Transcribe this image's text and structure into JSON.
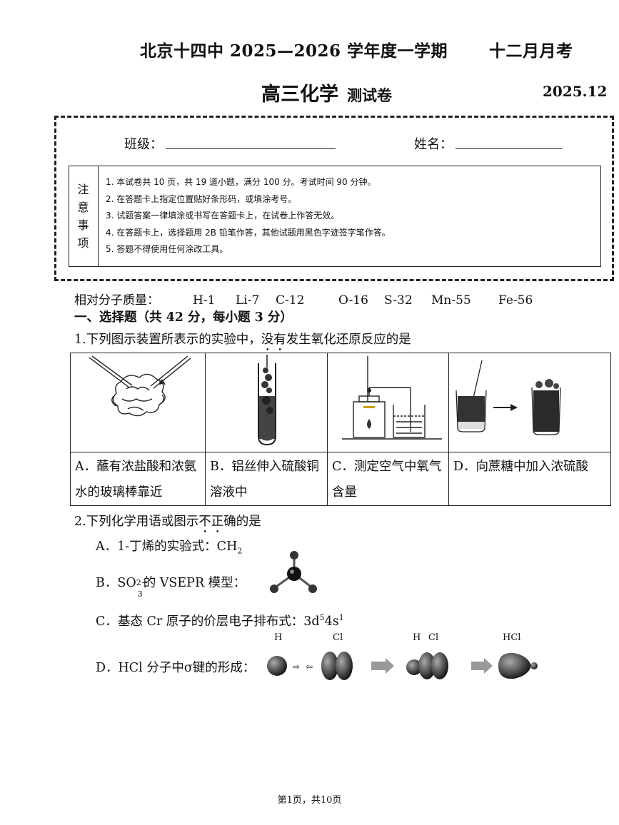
{
  "header": {
    "school_term": "北京十四中 2025—2026 学年度一学期",
    "exam_name": "十二月月考",
    "subject": "高三化学",
    "paper_type": "测试卷",
    "date": "2025.12"
  },
  "student_info": {
    "class_label": "班级：",
    "name_label": "姓名："
  },
  "notice": {
    "title_chars": [
      "注",
      "意",
      "事",
      "项"
    ],
    "items": [
      "1. 本试卷共 10 页，共 19 道小题，满分 100 分。考试时间 90 分钟。",
      "2. 在答题卡上指定位置贴好条形码，或填涂考号。",
      "3. 试题答案一律填涂或书写在答题卡上，在试卷上作答无效。",
      "4. 在答题卡上，选择题用 2B 铅笔作答，其他试题用黑色字迹签字笔作答。",
      "5. 答题不得使用任何涂改工具。"
    ]
  },
  "masses": {
    "label": "相对分子质量：",
    "values": [
      "H-1",
      "Li-7",
      "C-12",
      "O-16",
      "S-32",
      "Mn-55",
      "Fe-56"
    ]
  },
  "section1": {
    "title": "一、选择题（共 42 分，每小题 3 分）"
  },
  "q1": {
    "stem_before": "1.下列图示装置所表示的实验中，",
    "stem_emph": "没有",
    "stem_after": "发生氧化还原反应的是",
    "options": [
      "A．蘸有浓盐酸和浓氨水的玻璃棒靠近",
      "B．铝丝伸入硫酸铜溶液中",
      "C．测定空气中氧气含量",
      "D．向蔗糖中加入浓硫酸"
    ]
  },
  "q2": {
    "stem_before": "2.下列化学用语或图示",
    "stem_emph": "不正",
    "stem_after": "确的是",
    "a": "A．1-丁烯的实验式：CH",
    "a_sub": "2",
    "b_prefix": "B．SO",
    "b_sub": "3",
    "b_sup": "2−",
    "b_suffix": "的 VSEPR 模型：",
    "c_prefix": "C．基态 Cr 原子的价层电子排布式：3d",
    "c_sup1": "5",
    "c_mid": "4s",
    "c_sup2": "1",
    "d": "D．HCl 分子中σ键的形成：",
    "d_labels": {
      "h": "H",
      "cl": "Cl",
      "hcl_sep_h": "H",
      "hcl_sep_cl": "Cl",
      "hcl": "HCl"
    }
  },
  "footer": "第1页，共10页"
}
